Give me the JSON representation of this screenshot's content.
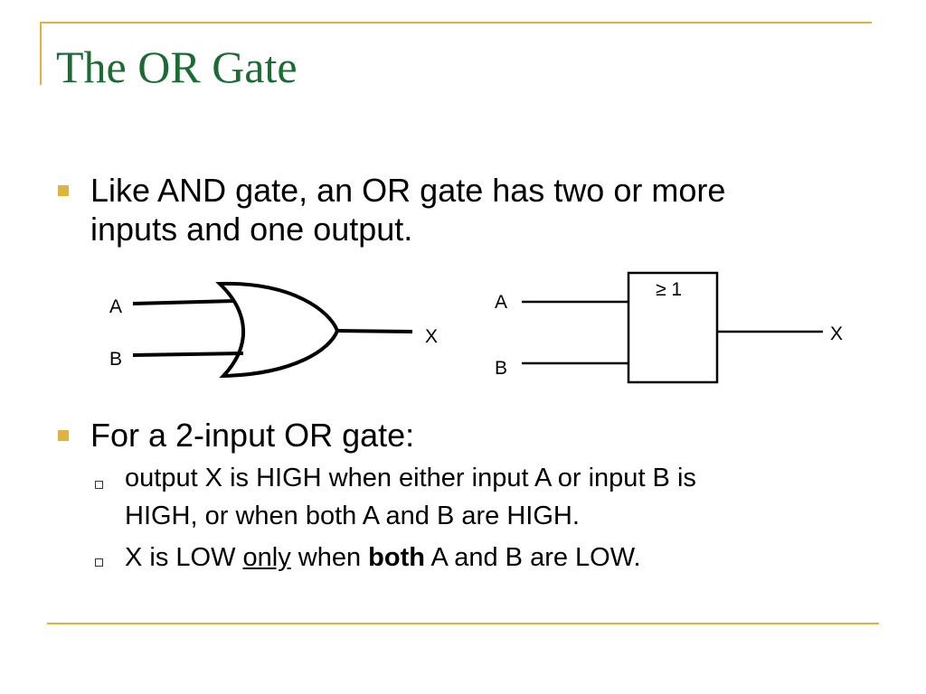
{
  "slide": {
    "title": "The OR Gate",
    "accent_color": "#e0b341",
    "title_color": "#1a6b34"
  },
  "bullets": [
    {
      "text": "Like AND gate, an OR gate has two or more inputs and one output.",
      "line1": "Like AND gate, an OR gate has two or more",
      "line2": "inputs and one output."
    },
    {
      "text": "For a 2-input OR gate:"
    }
  ],
  "sub_bullets": [
    {
      "line1": "output X is HIGH when either input A or input B is",
      "line2": "HIGH, or when both A and B are HIGH."
    },
    {
      "before": "X is LOW ",
      "underlined": "only",
      "middle": " when ",
      "bold": "both",
      "after": " A and B are LOW."
    }
  ],
  "diagrams": {
    "distinctive_symbol": {
      "input_a": "A",
      "input_b": "B",
      "output": "X"
    },
    "rectangular_symbol": {
      "box_label": "≥ 1",
      "input_a": "A",
      "input_b": "B",
      "output": "X"
    }
  }
}
